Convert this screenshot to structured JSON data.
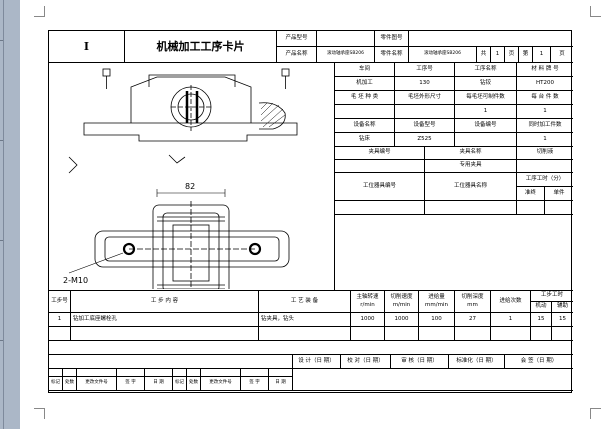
{
  "header": {
    "mark": "I",
    "title": "机械加工工序卡片",
    "product_model_label": "产品型号",
    "product_model_value": "",
    "part_number_label": "零件图号",
    "part_number_value": "",
    "product_name_label": "产品名称",
    "product_name_value": "滚动轴承座SB206",
    "part_name_label": "零件名称",
    "part_name_value": "滚动轴承座SB206",
    "total_label": "共",
    "total_value": "1",
    "page_label": "页",
    "sheet_label": "第",
    "sheet_value": "1",
    "page_label2": "页"
  },
  "process": {
    "headers": [
      "车间",
      "工序号",
      "工序名称",
      "材 料 牌 号"
    ],
    "values": [
      "机加工",
      "130",
      "钻铰",
      "HT200"
    ],
    "blank_headers": [
      "毛 坯 种 类",
      "毛坯外形尺寸",
      "每毛坯可制件数",
      "每 台 件 数"
    ],
    "blank_values": [
      "",
      "",
      "1",
      "1"
    ],
    "equip_headers": [
      "设备名称",
      "设备型号",
      "设备编号",
      "同时加工件数"
    ],
    "equip_values": [
      "钻床",
      "Z525",
      "",
      "1"
    ],
    "fixture_headers": [
      "夹具编号",
      "夹具名称",
      "切削液"
    ],
    "fixture_value": "专用夹具",
    "station_headers": [
      "工位器具编号",
      "工位器具名称",
      "工序工时（分）"
    ],
    "time_headers": [
      "准终",
      "单件"
    ]
  },
  "drawing": {
    "dimension": "82",
    "hole_label": "2-M10",
    "mark_left": "⊕",
    "mark_right": "⊕"
  },
  "steps": {
    "headers": {
      "no": "工步号",
      "content": "工      步      内      容",
      "equipment": "工  艺  装  备",
      "speed": "主轴转速",
      "speed_unit": "r/min",
      "cut_speed": "切削速度",
      "cut_speed_unit": "m/min",
      "feed": "进给量",
      "feed_unit": "mm/min",
      "depth": "切削深度",
      "depth_unit": "mm",
      "passes": "进给次数",
      "time": "工步工时",
      "machine": "机动",
      "aux": "辅助"
    },
    "rows": [
      {
        "no": "1",
        "content": "钻加工底座螺栓孔",
        "equipment": "钻夹具，钻头",
        "speed": "1000",
        "cut_speed": "1000",
        "feed": "100",
        "depth": "27",
        "passes": "1",
        "machine": "15",
        "aux": "15"
      }
    ]
  },
  "signoff": {
    "design": "设 计（日 期）",
    "proof": "校 对（日 期）",
    "review": "审 核（日 期）",
    "standard": "标准化（日 期）",
    "sign": "会 签（日 期）",
    "footer": [
      "标记",
      "处数",
      "更改文件号",
      "签  字",
      "日  期",
      "标记",
      "处数",
      "更改文件号",
      "签  字",
      "日  期"
    ]
  }
}
